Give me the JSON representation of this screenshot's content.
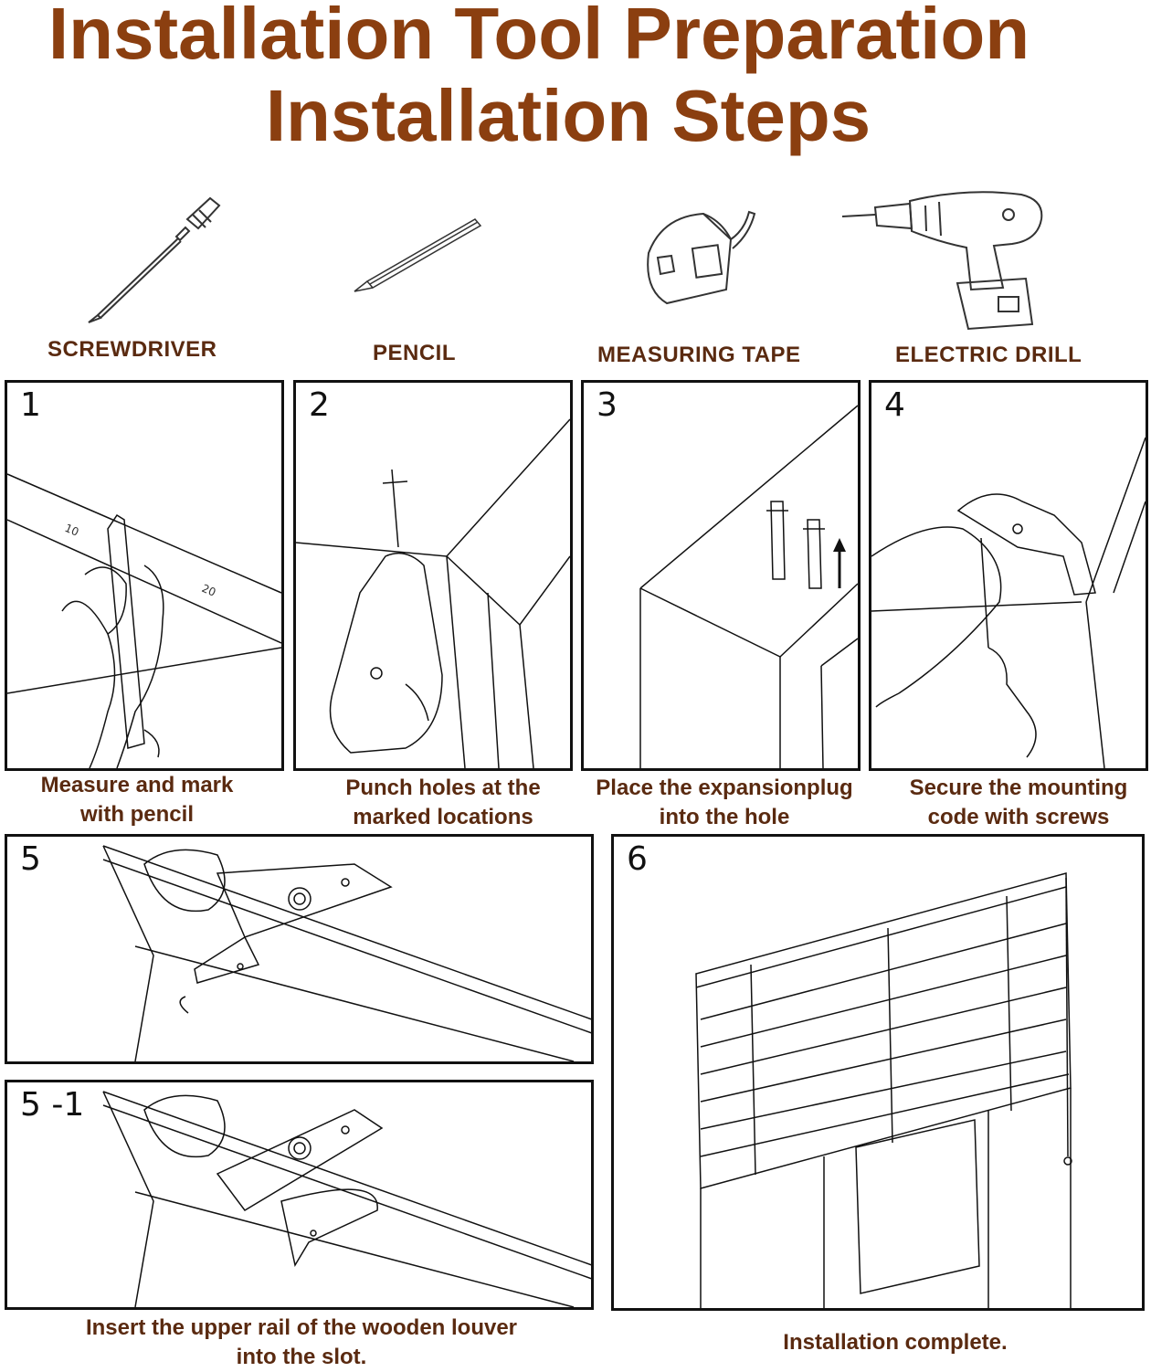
{
  "title_line1": "Installation Tool Preparation",
  "title_line2": "Installation Steps",
  "tools": [
    {
      "label": "SCREWDRIVER",
      "icon": "screwdriver-icon"
    },
    {
      "label": "PENCIL",
      "icon": "pencil-icon"
    },
    {
      "label": "MEASURING TAPE",
      "icon": "measuring-tape-icon"
    },
    {
      "label": "ELECTRIC DRILL",
      "icon": "electric-drill-icon"
    }
  ],
  "steps": [
    {
      "number": "1",
      "caption_line1": "Measure and mark",
      "caption_line2": "with pencil"
    },
    {
      "number": "2",
      "caption_line1": "Punch holes at the",
      "caption_line2": "marked locations"
    },
    {
      "number": "3",
      "caption_line1": "Place the expansionplug",
      "caption_line2": "into the hole"
    },
    {
      "number": "4",
      "caption_line1": "Secure the mounting",
      "caption_line2": "code with screws"
    },
    {
      "number": "5",
      "caption_line1": "",
      "caption_line2": ""
    },
    {
      "number": "5 -1",
      "caption_line1": "Insert the upper rail of the wooden louver",
      "caption_line2": "into the slot."
    },
    {
      "number": "6",
      "caption_line1": "Installation complete.",
      "caption_line2": ""
    }
  ],
  "ruler_ticks": [
    "10",
    "20"
  ],
  "colors": {
    "title": "#8b3f10",
    "label": "#5a2a10",
    "line": "#111111"
  }
}
